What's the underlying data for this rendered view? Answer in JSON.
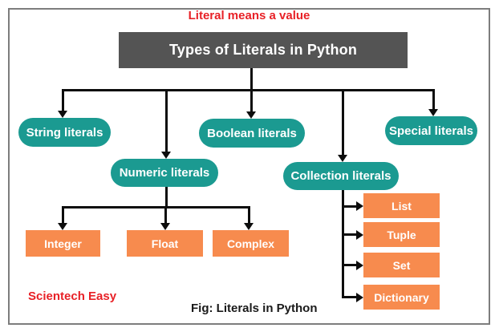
{
  "colors": {
    "teal": "#1b9a91",
    "orange": "#f78b4e",
    "root_gray": "#545454",
    "accent_red": "#e82127",
    "line_black": "#0d0d0d",
    "frame_gray": "#7d7d7d"
  },
  "header": {
    "tagline": "Literal means a value",
    "title": "Types of Literals in Python"
  },
  "level1": [
    {
      "label": "String literals"
    },
    {
      "label": "Numeric literals"
    },
    {
      "label": "Boolean literals"
    },
    {
      "label": "Collection literals"
    },
    {
      "label": "Special literals"
    }
  ],
  "numeric_children": [
    {
      "label": "Integer"
    },
    {
      "label": "Float"
    },
    {
      "label": "Complex"
    }
  ],
  "collection_children": [
    {
      "label": "List"
    },
    {
      "label": "Tuple"
    },
    {
      "label": "Set"
    },
    {
      "label": "Dictionary"
    }
  ],
  "footer": {
    "brand": "Scientech Easy",
    "caption": "Fig: Literals in Python"
  }
}
